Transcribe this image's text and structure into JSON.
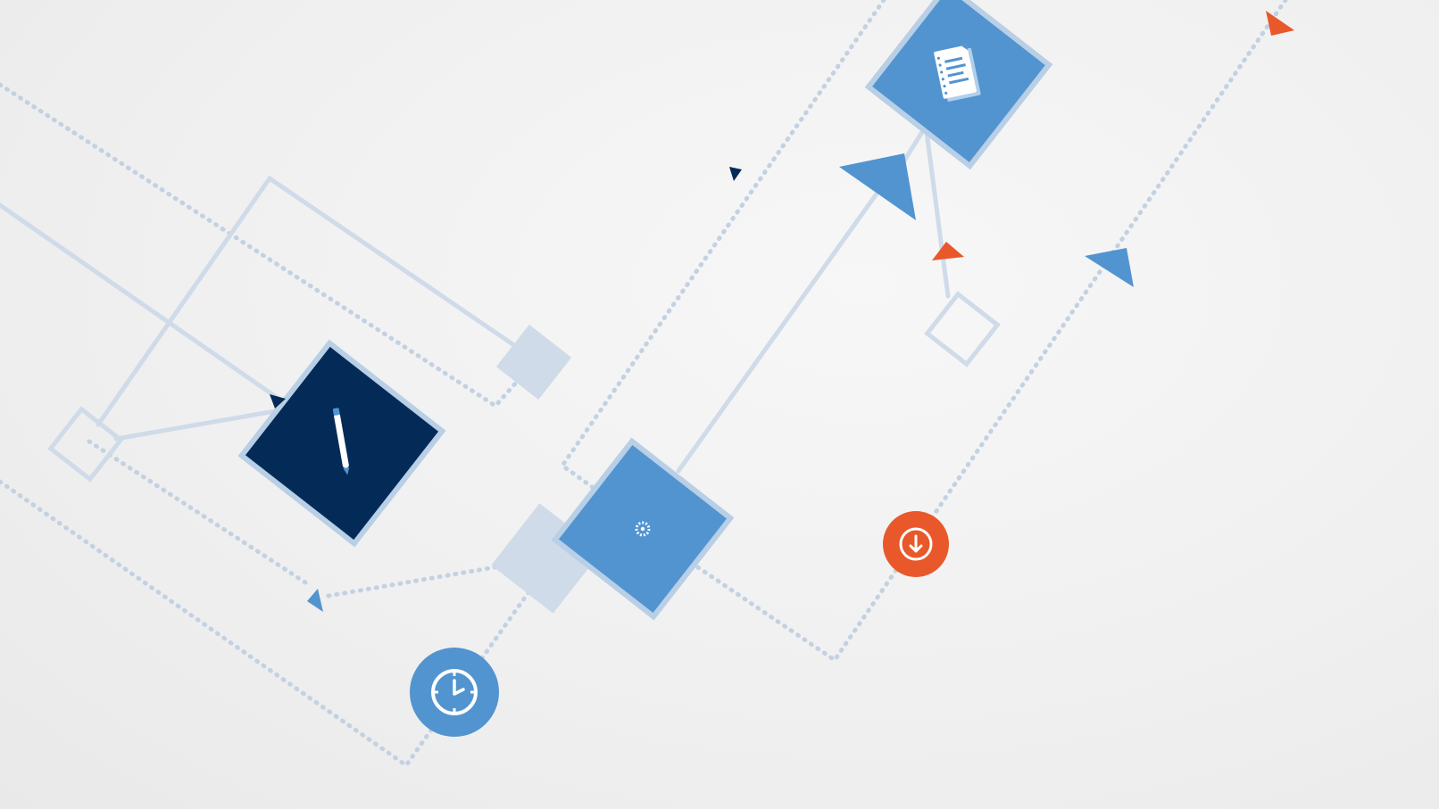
{
  "diagram": {
    "kind": "workflow-illustration",
    "colors": {
      "background": "#efefef",
      "line": "#cfdbe9",
      "dotted": "#c3d1e2",
      "blue": "#5294d0",
      "blue_border": "#b9cfe6",
      "navy": "#042b57",
      "pale": "#cfdbe8",
      "orange": "#e8582a",
      "white": "#ffffff"
    },
    "nodes": [
      {
        "id": "document-node",
        "icon": "document-icon",
        "style": "blue"
      },
      {
        "id": "pen-node",
        "icon": "pen-icon",
        "style": "navy"
      },
      {
        "id": "settings-node",
        "icon": "gear-icon",
        "style": "blue"
      },
      {
        "id": "clock-node",
        "icon": "clock-icon",
        "style": "blue-circle"
      },
      {
        "id": "download-node",
        "icon": "download-icon",
        "style": "orange-circle"
      },
      {
        "id": "outline-node-left",
        "icon": "",
        "style": "outline"
      },
      {
        "id": "outline-node-right",
        "icon": "",
        "style": "outline"
      },
      {
        "id": "pale-square-top",
        "icon": "",
        "style": "pale"
      },
      {
        "id": "pale-square-bottom",
        "icon": "",
        "style": "pale"
      }
    ],
    "markers": [
      {
        "id": "arrow-large-blue",
        "color": "blue"
      },
      {
        "id": "arrow-mid-blue",
        "color": "blue"
      },
      {
        "id": "arrow-small-navy",
        "color": "navy"
      },
      {
        "id": "arrow-small-blue",
        "color": "blue"
      },
      {
        "id": "arrow-orange-top",
        "color": "orange"
      },
      {
        "id": "arrow-orange-mid",
        "color": "orange"
      }
    ]
  }
}
